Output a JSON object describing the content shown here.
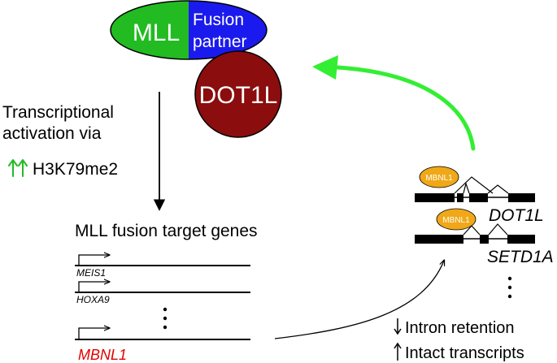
{
  "complex": {
    "mll_label": "MLL",
    "partner_line1": "Fusion",
    "partner_line2": "partner",
    "dot1l_label": "DOT1L",
    "colors": {
      "mll": "#22bb22",
      "partner": "#1a1aee",
      "dot1l": "#8b0d0d"
    }
  },
  "activation": {
    "line1": "Transcriptional",
    "line2": "activation via",
    "mark_label": "H3K79me2",
    "arrow_color": "#22bb22"
  },
  "targets": {
    "heading": "MLL fusion target genes",
    "genes": [
      {
        "label": "MEIS1",
        "color": "#000000",
        "size": "small"
      },
      {
        "label": "HOXA9",
        "color": "#000000",
        "size": "small"
      },
      {
        "label": "MBNL1",
        "color": "#e00000",
        "size": "large"
      }
    ],
    "ellipsis": "⋮"
  },
  "splicing": {
    "protein_label": "MBNL1",
    "protein_color": "#f0a818",
    "genes": [
      {
        "label": "DOT1L"
      },
      {
        "label": "SETD1A"
      }
    ],
    "ellipsis": "⋮",
    "feedback_color": "#33ee33"
  },
  "effects": [
    {
      "direction": "down",
      "label": "Intron retention"
    },
    {
      "direction": "up",
      "label": "Intact transcripts"
    }
  ]
}
